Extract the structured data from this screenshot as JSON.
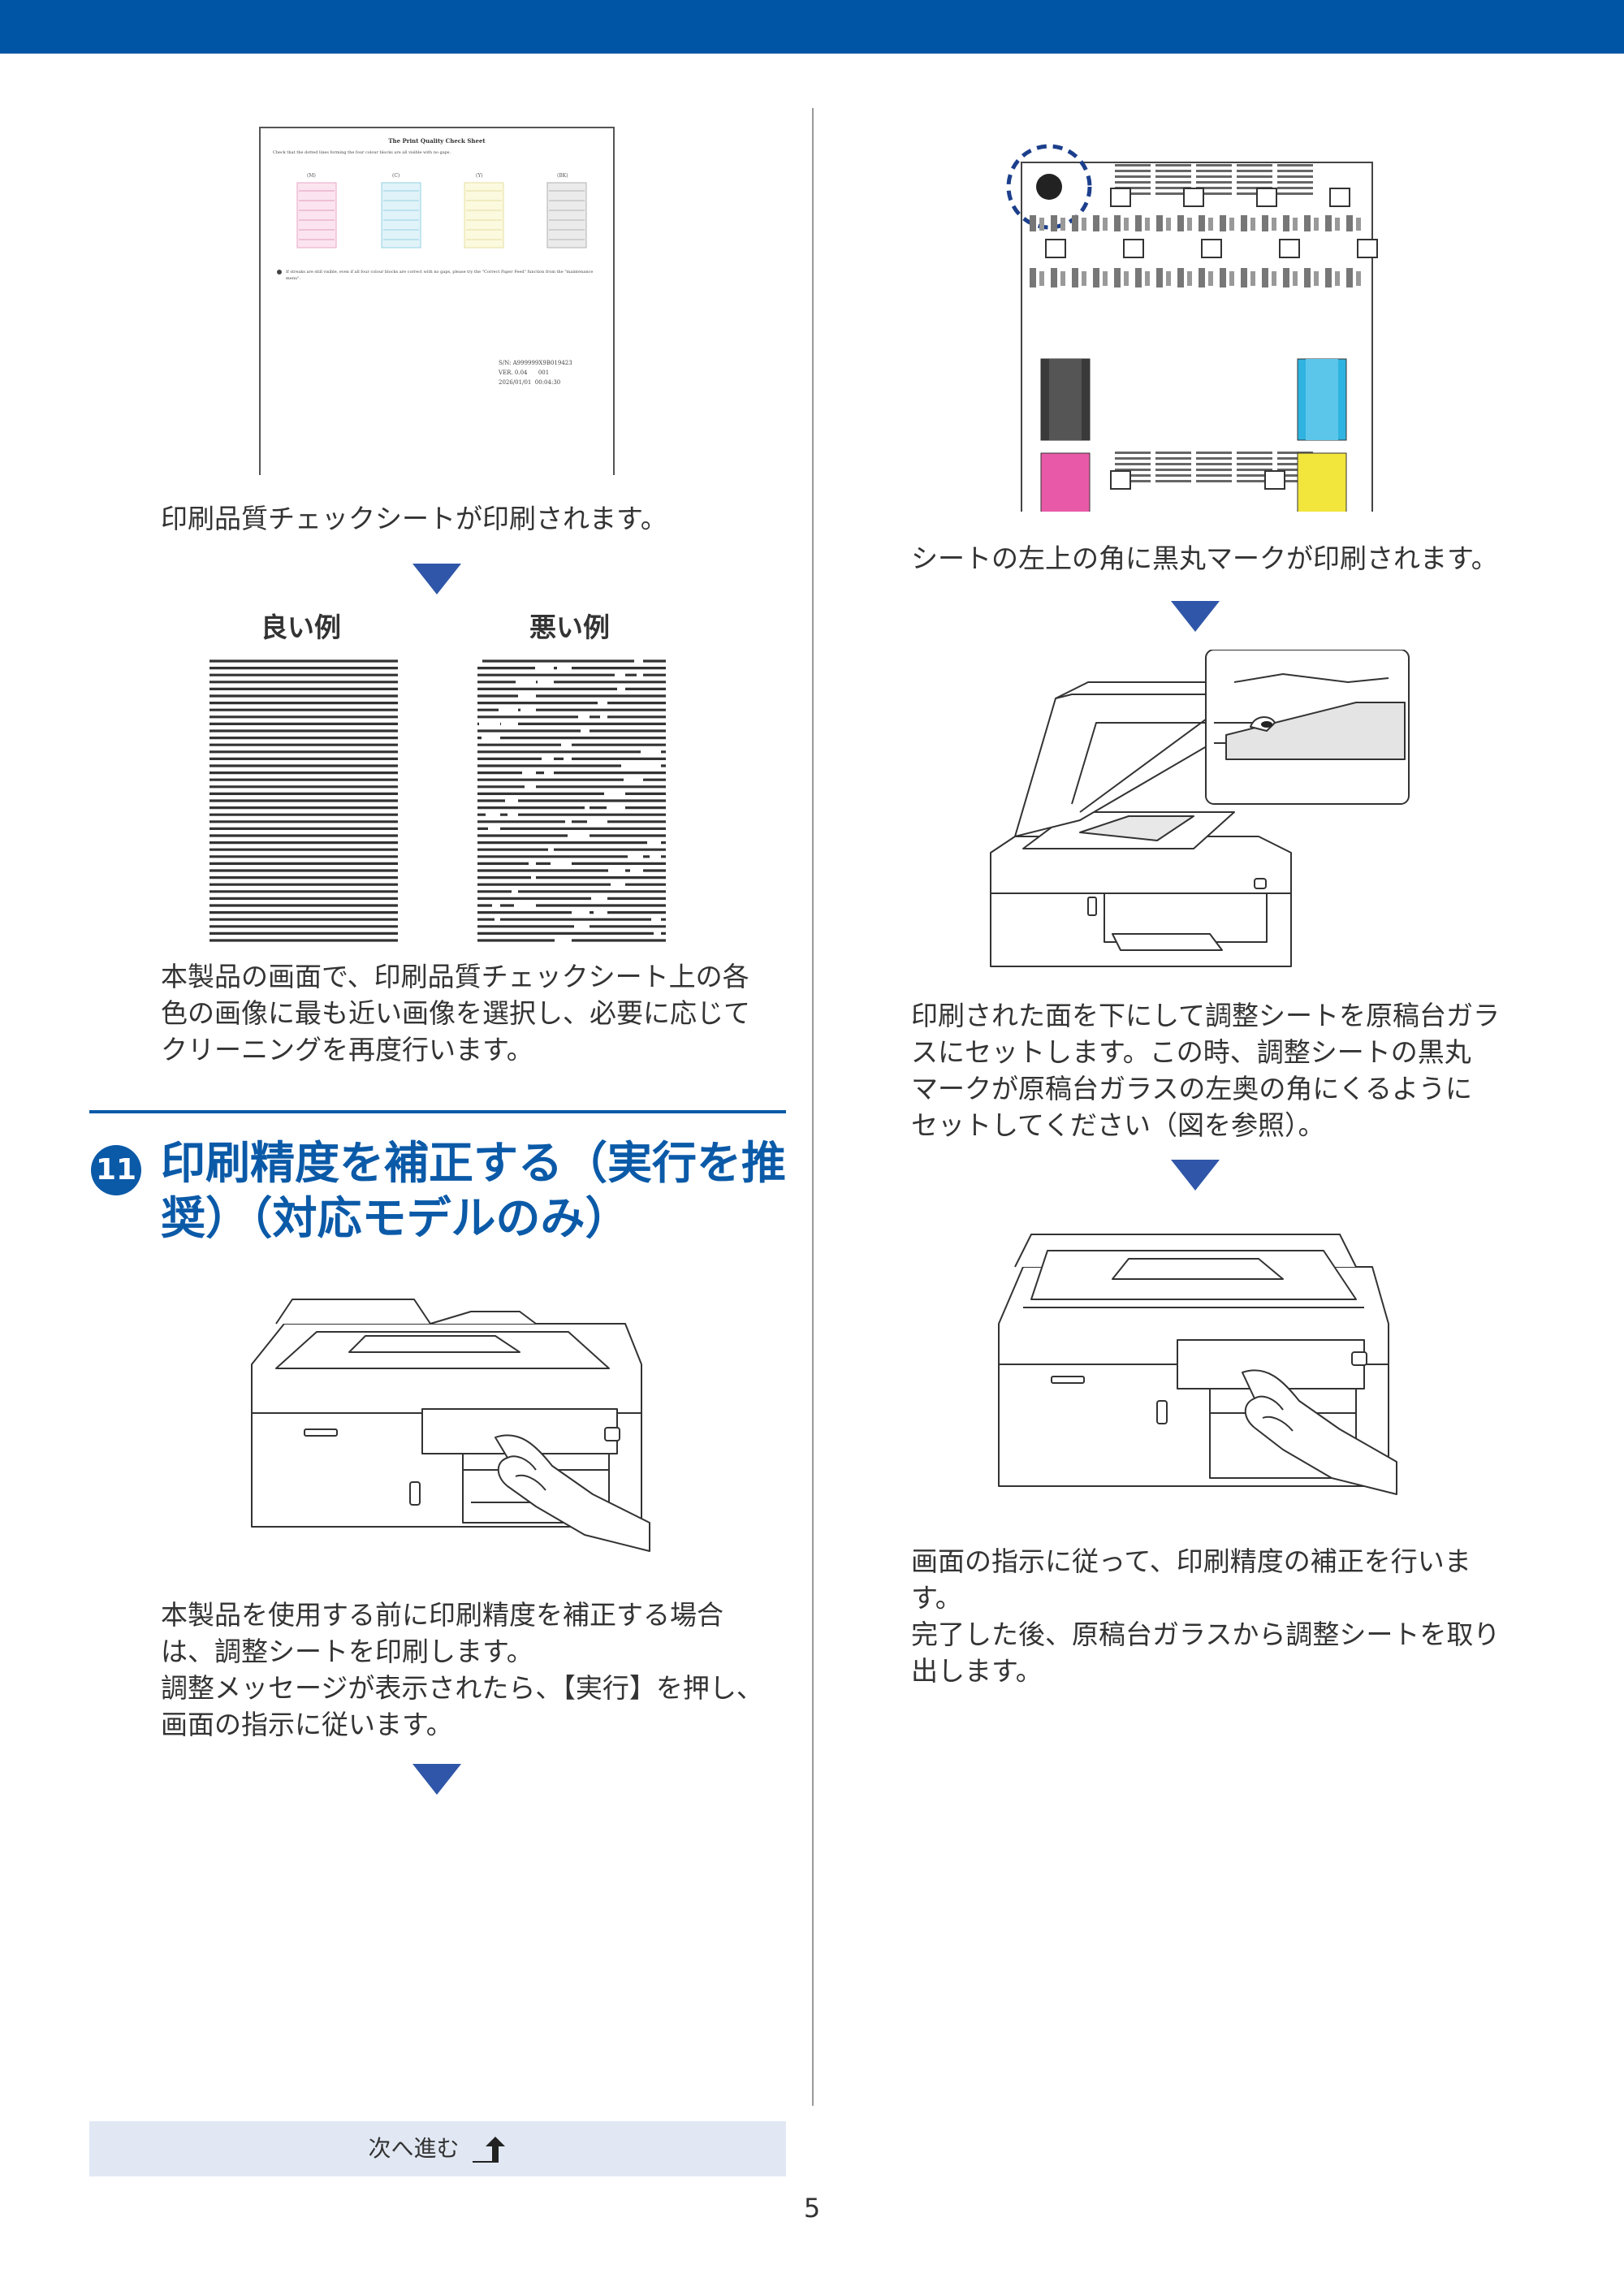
{
  "sheet": {
    "title": "The Print Quality Check Sheet",
    "instruction": "Check that the dotted lines forming the four colour blocks are all visible with no gaps.",
    "color_labels": [
      "(M)",
      "(C)",
      "(Y)",
      "(BK)"
    ],
    "note": "If streaks are still visible, even if all four colour blocks are correct with no gaps, please try the \"Correct Paper Feed\" function from the \"maintenance menu\".",
    "footer_lines": [
      "S/N: A999999X9B019423",
      "VER. 0.04      001",
      "2026/01/01  00:04:30"
    ]
  },
  "left": {
    "caption1": "印刷品質チェックシートが印刷されます。",
    "good_label": "良い例",
    "bad_label": "悪い例",
    "para1": [
      "本製品の画面で、印刷品質チェックシート上の各",
      "色の画像に最も近い画像を選択し、必要に応じて",
      "クリーニングを再度行います。"
    ],
    "section_number": "11",
    "section_title": "印刷精度を補正する（実行を推奨）（対応モデルのみ）",
    "para2": [
      "本製品を使用する前に印刷精度を補正する場合",
      "は、調整シートを印刷します。",
      "調整メッセージが表示されたら、【実行】を押し、",
      "画面の指示に従います。"
    ]
  },
  "right": {
    "caption1": "シートの左上の角に黒丸マークが印刷されます。",
    "para1": [
      "印刷された面を下にして調整シートを原稿台ガラ",
      "スにセットします。この時、調整シートの黒丸",
      "マークが原稿台ガラスの左奥の角にくるように",
      "セットしてください（図を参照）。"
    ],
    "para2": [
      "画面の指示に従って、印刷精度の補正を行いま",
      "す。",
      "完了した後、原稿台ガラスから調整シートを取り",
      "出します。"
    ]
  },
  "footer": {
    "next_label": "次へ進む",
    "page_number": "5"
  },
  "icons": [
    "down-triangle-icon",
    "next-page-arrow-icon",
    "number-badge-icon"
  ],
  "colors": {
    "header_blue": "#0055a4",
    "heading_blue": "#0b5aa8",
    "arrow_blue": "#2f56a8",
    "footer_band": "#e1e8f4",
    "magenta": "#e85aa8",
    "cyan": "#2fb3e0",
    "yellow": "#f2e53c",
    "black": "#333333"
  }
}
